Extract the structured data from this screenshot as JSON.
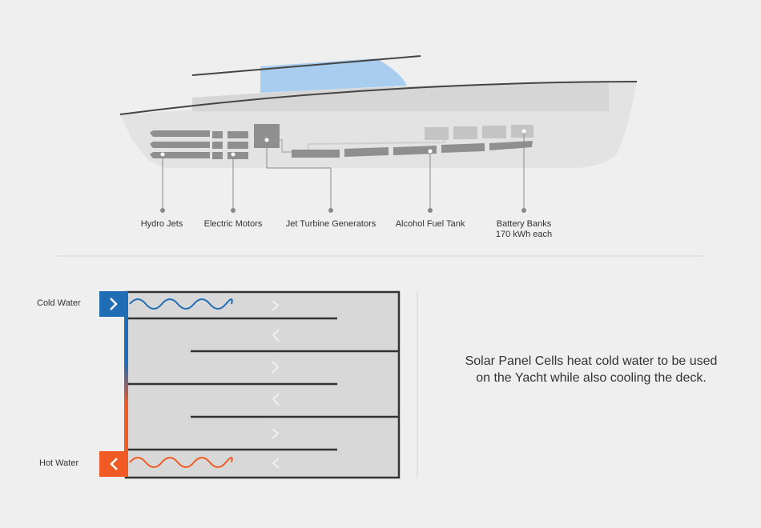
{
  "yacht_diagram": {
    "components": [
      {
        "id": "hydro-jets",
        "label": "Hydro Jets"
      },
      {
        "id": "electric-motors",
        "label": "Electric Motors"
      },
      {
        "id": "jet-turbine-generators",
        "label": "Jet Turbine Generators"
      },
      {
        "id": "alcohol-fuel-tank",
        "label": "Alcohol Fuel Tank"
      },
      {
        "id": "battery-banks",
        "label": "Battery Banks",
        "sublabel": "170 kWh each"
      }
    ],
    "colors": {
      "hull": "#e3e3e3",
      "hull_inner": "#d6d6d6",
      "windshield": "#a9cdee",
      "parts": "#8f8f8f",
      "parts_light": "#c4c4c4",
      "leader": "#888888"
    }
  },
  "solar_panel_diagram": {
    "inlet_label": "Cold Water",
    "outlet_label": "Hot Water",
    "caption_line1": "Solar Panel Cells heat cold water to be used",
    "caption_line2": "on the Yacht while also cooling the deck.",
    "colors": {
      "cold": "#1f6db5",
      "hot": "#f05a24",
      "panel": "#d8d8d8",
      "pipe": "#333333",
      "flow_arrow": "#f5f5f5"
    }
  }
}
